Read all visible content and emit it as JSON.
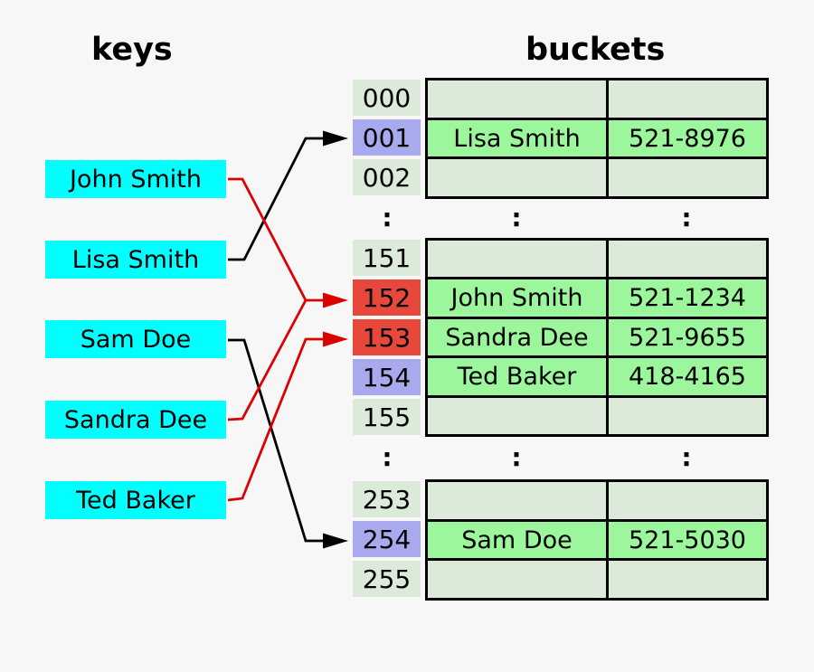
{
  "headings": {
    "keys": "keys",
    "buckets": "buckets"
  },
  "separator": ":",
  "keys": [
    {
      "label": "John Smith"
    },
    {
      "label": "Lisa Smith"
    },
    {
      "label": "Sam Doe"
    },
    {
      "label": "Sandra Dee"
    },
    {
      "label": "Ted Baker"
    }
  ],
  "bucket_groups": [
    {
      "rows": [
        {
          "index": "000",
          "name": "",
          "phone": "",
          "state": "empty"
        },
        {
          "index": "001",
          "name": "Lisa Smith",
          "phone": "521-8976",
          "state": "direct"
        },
        {
          "index": "002",
          "name": "",
          "phone": "",
          "state": "empty"
        }
      ]
    },
    {
      "rows": [
        {
          "index": "151",
          "name": "",
          "phone": "",
          "state": "empty"
        },
        {
          "index": "152",
          "name": "John Smith",
          "phone": "521-1234",
          "state": "collision"
        },
        {
          "index": "153",
          "name": "Sandra Dee",
          "phone": "521-9655",
          "state": "collision"
        },
        {
          "index": "154",
          "name": "Ted Baker",
          "phone": "418-4165",
          "state": "direct"
        },
        {
          "index": "155",
          "name": "",
          "phone": "",
          "state": "empty"
        }
      ]
    },
    {
      "rows": [
        {
          "index": "253",
          "name": "",
          "phone": "",
          "state": "empty"
        },
        {
          "index": "254",
          "name": "Sam Doe",
          "phone": "521-5030",
          "state": "direct"
        },
        {
          "index": "255",
          "name": "",
          "phone": "",
          "state": "empty"
        }
      ]
    }
  ],
  "arrows": [
    {
      "from": "Lisa Smith",
      "to": "001",
      "color": "black"
    },
    {
      "from": "John Smith",
      "to": "152",
      "color": "red"
    },
    {
      "from": "Sandra Dee",
      "to": "152",
      "color": "red"
    },
    {
      "from": "Ted Baker",
      "to": "153",
      "color": "red"
    },
    {
      "from": "Sam Doe",
      "to": "254",
      "color": "black"
    }
  ],
  "colors": {
    "background": "#f7f7f7",
    "key_fill": "#00ffff",
    "slot_empty": "#dcead9",
    "slot_filled": "#9cf79c",
    "index_direct": "#a9a9ee",
    "index_collision": "#e8473c",
    "arrow_red": "#dd0000",
    "arrow_black": "#000000"
  }
}
